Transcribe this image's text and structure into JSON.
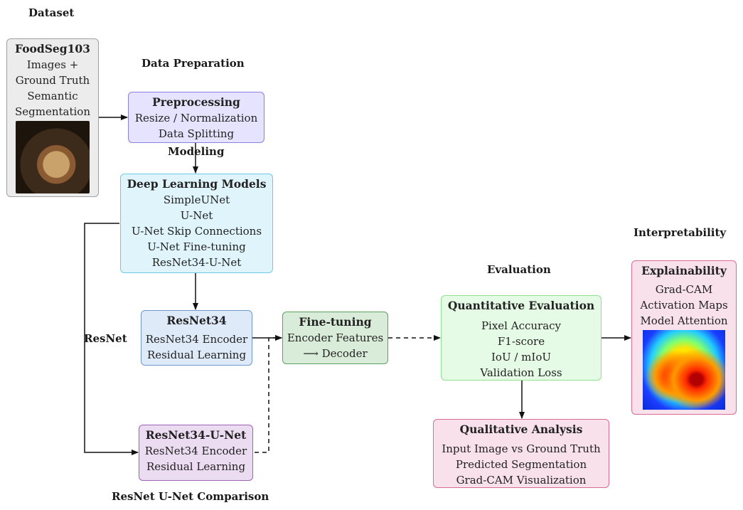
{
  "sections": {
    "dataset": "Dataset",
    "data_preparation": "Data Preparation",
    "modeling": "Modeling",
    "interpretability": "Interpretability",
    "evaluation": "Evaluation",
    "resnet_side": "ResNet",
    "comparison": "ResNet U-Net Comparison"
  },
  "foodseg": {
    "title": "FoodSeg103",
    "lines": [
      "Images +",
      "Ground Truth",
      "Semantic",
      "Segmentation"
    ]
  },
  "preprocessing": {
    "title": "Preprocessing",
    "lines": [
      "Resize / Normalization",
      "Data Splitting"
    ]
  },
  "models": {
    "title": "Deep Learning Models",
    "lines": [
      "SimpleUNet",
      "U-Net",
      "U-Net Skip Connections",
      "U-Net Fine-tuning",
      "ResNet34-U-Net"
    ]
  },
  "resnet34": {
    "title": "ResNet34",
    "lines": [
      "ResNet34 Encoder",
      "Residual Learning"
    ]
  },
  "finetuning": {
    "title": "Fine-tuning",
    "lines": [
      "Encoder Features",
      "⟶ Decoder"
    ]
  },
  "resnet34_unet": {
    "title": "ResNet34-U-Net",
    "lines": [
      "ResNet34 Encoder",
      "Residual Learning"
    ]
  },
  "quantitative": {
    "title": "Quantitative Evaluation",
    "lines": [
      "Pixel Accuracy",
      "F1-score",
      "IoU / mIoU",
      "Validation Loss"
    ]
  },
  "qualitative": {
    "title": "Qualitative Analysis",
    "lines": [
      "Input Image vs Ground Truth",
      "Predicted Segmentation",
      "Grad-CAM Visualization"
    ]
  },
  "explainability": {
    "title": "Explainability",
    "lines": [
      "Grad-CAM",
      "Activation Maps",
      "Model Attention"
    ]
  },
  "colors": {
    "gray_fill": "#ececec",
    "gray_border": "#a0a0a0",
    "purple_fill": "#e6e3ff",
    "purple_border": "#8a80e0",
    "cyan_fill": "#dff4fb",
    "cyan_border": "#6cc9e8",
    "blue_fill": "#dfeaf8",
    "blue_border": "#6f97cf",
    "green_fill": "#d9ecd9",
    "green_border": "#5e9e5e",
    "violet_fill": "#ecdcf2",
    "violet_border": "#9b62b5",
    "lightgreen_fill": "#e6fbe6",
    "lightgreen_border": "#8fe08f",
    "pink_fill": "#f8e1ea",
    "pink_border": "#d86c92"
  }
}
